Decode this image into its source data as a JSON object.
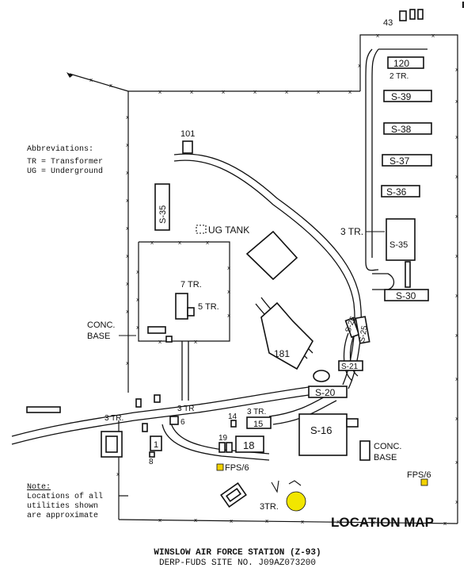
{
  "colors": {
    "ink": "#111111",
    "fps_marker": "#f2d200",
    "transformer": "#f2e600"
  },
  "legend": {
    "title": "Abbreviations:",
    "lines": [
      "TR = Transformer",
      "UG = Underground"
    ]
  },
  "note": {
    "title": "Note:",
    "lines": [
      "Locations of all",
      "utilities shown",
      "are approximate"
    ]
  },
  "map_title": "LOCATION MAP",
  "footer": {
    "line1": "WINSLOW AIR FORCE STATION (Z-93)",
    "line2": "DERP-FUDS SITE NO. J09AZ073200"
  },
  "buildings": {
    "b43": "43",
    "b120": "120",
    "s39": "S-39",
    "s38": "S-38",
    "s37": "S-37",
    "s36": "S-36",
    "s35_right": "S-35",
    "s35_left": "S-35",
    "s30": "S-30",
    "s26": "S-26",
    "s25": "S-25",
    "s21": "S-21",
    "s20": "S-20",
    "s16": "S-16",
    "b101": "101",
    "b181": "181",
    "b18": "18",
    "b19": "19",
    "b15": "15",
    "b14": "14",
    "b1": "1",
    "b6": "6",
    "b8": "8"
  },
  "labels": {
    "tr_2": "2 TR.",
    "tr_3_right": "3 TR.",
    "tr_7": "7 TR.",
    "tr_5": "5 TR.",
    "tr_3_left": "3 TR.",
    "tr_3_mid": "3 TR",
    "tr_3_center": "3 TR.",
    "tr_3_bottom": "3TR.",
    "ug_tank": "UG TANK",
    "conc_base_left_1": "CONC.",
    "conc_base_left_2": "BASE",
    "conc_base_right_1": "CONC.",
    "conc_base_right_2": "BASE",
    "fps_center": "FPS/6",
    "fps_right": "FPS/6"
  }
}
